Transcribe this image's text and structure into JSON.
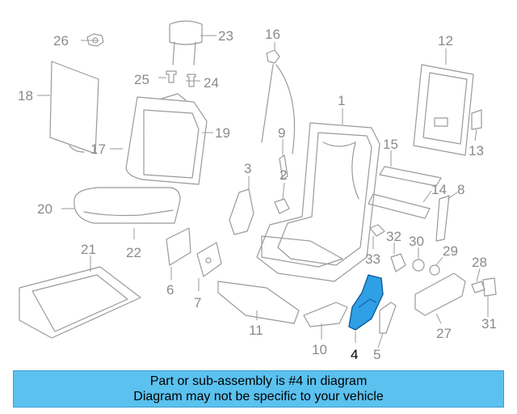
{
  "diagram": {
    "callouts": [
      "1",
      "2",
      "3",
      "4",
      "5",
      "6",
      "7",
      "8",
      "9",
      "10",
      "11",
      "12",
      "13",
      "14",
      "15",
      "16",
      "17",
      "18",
      "19",
      "20",
      "21",
      "22",
      "23",
      "24",
      "25",
      "26",
      "27",
      "28",
      "29",
      "30",
      "31",
      "32",
      "33"
    ],
    "highlighted_part": "4",
    "highlight_color": "#2f9fe6",
    "line_color": "#9a9a9a"
  },
  "footer": {
    "line1": "Part or sub-assembly is #4 in diagram",
    "line2": "Diagram may not be specific to your vehicle",
    "background": "#5bc1ef"
  }
}
